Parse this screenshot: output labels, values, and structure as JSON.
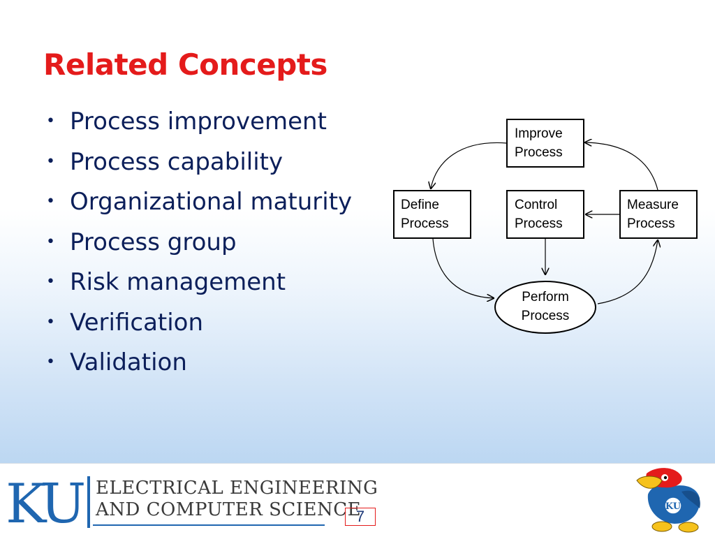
{
  "slide": {
    "title": "Related Concepts",
    "bullets": [
      "Process improvement",
      "Process capability",
      "Organizational maturity",
      "Process group",
      "Risk management",
      "Verification",
      "Validation"
    ]
  },
  "diagram": {
    "nodes": {
      "improve": [
        "Improve",
        "Process"
      ],
      "define": [
        "Define",
        "Process"
      ],
      "control": [
        "Control",
        "Process"
      ],
      "measure": [
        "Measure",
        "Process"
      ],
      "perform": [
        "Perform",
        "Process"
      ]
    },
    "edges": [
      [
        "improve",
        "define"
      ],
      [
        "define",
        "perform"
      ],
      [
        "perform",
        "measure"
      ],
      [
        "measure",
        "improve"
      ],
      [
        "measure",
        "control"
      ],
      [
        "control",
        "perform"
      ]
    ]
  },
  "footer": {
    "logo_text": "KU",
    "department_line1": "ELECTRICAL ENGINEERING",
    "department_line2": "AND COMPUTER SCIENCE",
    "page_number": "7",
    "mascot_badge": "KU"
  },
  "colors": {
    "title": "#e41b1b",
    "body_text": "#0c1f5a",
    "ku_blue": "#1f66b0"
  }
}
